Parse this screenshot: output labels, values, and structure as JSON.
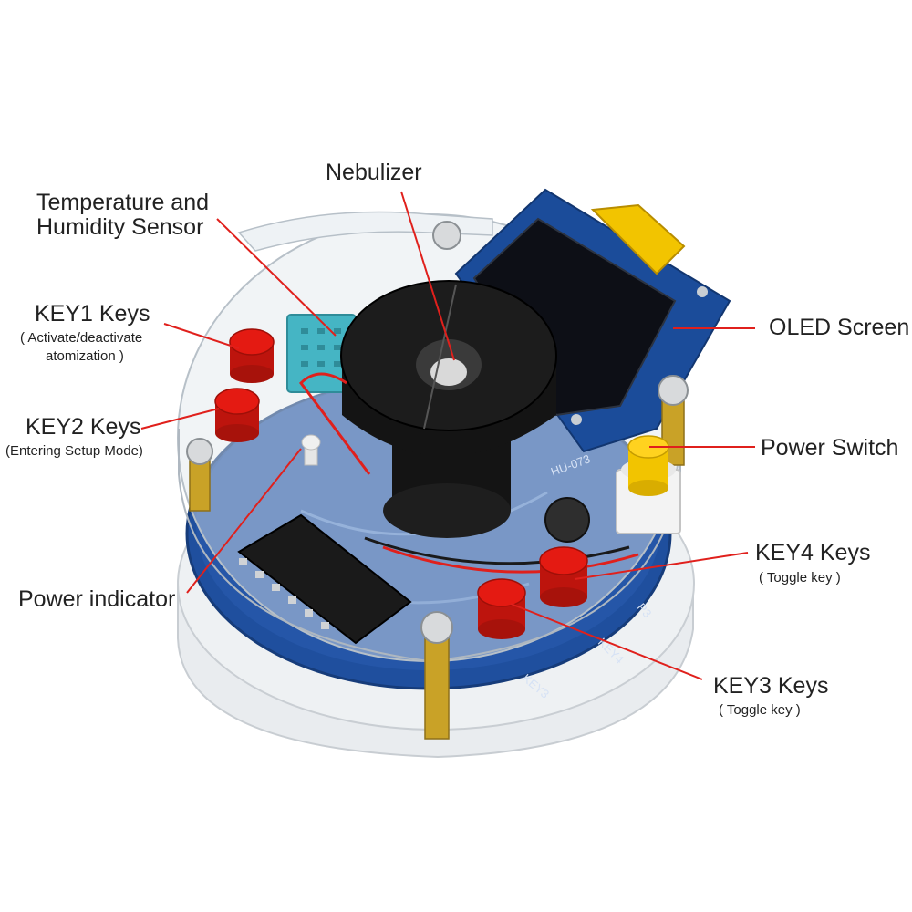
{
  "colors": {
    "leader_line": "#e0201c",
    "pcb_blue": "#1f4f9e",
    "button_red": "#e41a12",
    "button_yellow": "#f2c400",
    "oled_black": "#0d0f16",
    "nebulizer_black": "#141414"
  },
  "labels": {
    "nebulizer": "Nebulizer",
    "temp_sensor_line1": "Temperature and",
    "temp_sensor_line2": "Humidity Sensor",
    "key1_title": "KEY1 Keys",
    "key1_desc_line1": "( Activate/deactivate",
    "key1_desc_line2": "atomization )",
    "key2_title": "KEY2 Keys",
    "key2_desc": "(Entering Setup Mode)",
    "power_indicator": "Power indicator",
    "oled_screen": "OLED Screen",
    "power_switch": "Power Switch",
    "key4_title": "KEY4 Keys",
    "key4_desc": "( Toggle key )",
    "key3_title": "KEY3 Keys",
    "key3_desc": "( Toggle key )"
  },
  "board_markings": {
    "key3": "KEY3",
    "key4": "KEY4",
    "p3": "P3",
    "model": "HU-073"
  }
}
